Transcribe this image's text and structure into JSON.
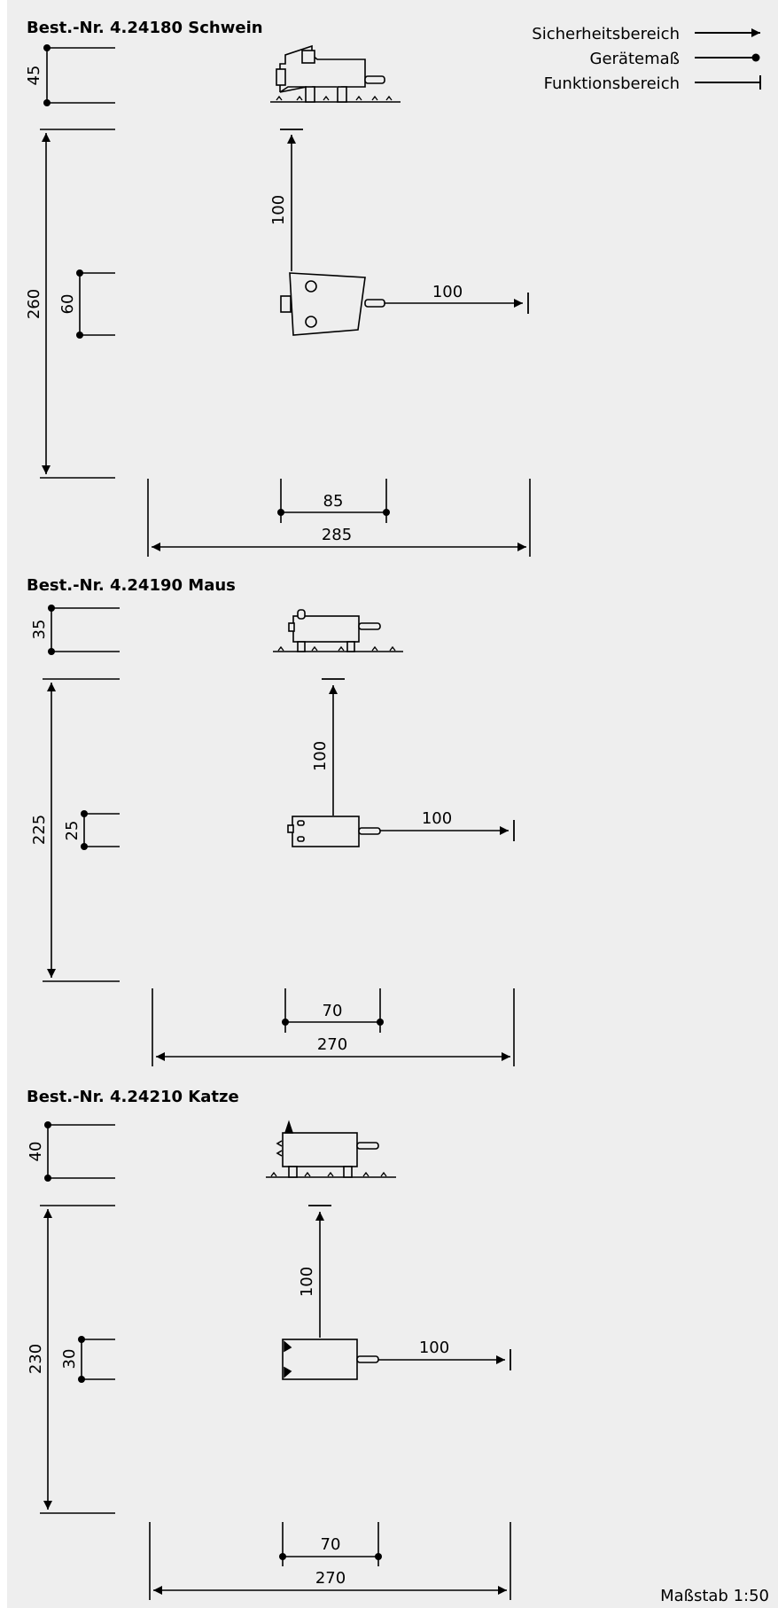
{
  "legend": {
    "safety_area": "Sicherheitsbereich",
    "device_dimension": "Gerätemaß",
    "function_area": "Funktionsbereich"
  },
  "scale_label": "Maßstab 1:50",
  "sections": [
    {
      "title": "Best.-Nr. 4.24180 Schwein",
      "height": "45",
      "total_depth": "260",
      "device_depth": "60",
      "front_safety": "100",
      "side_safety": "100",
      "device_width": "85",
      "total_width": "285"
    },
    {
      "title": "Best.-Nr. 4.24190 Maus",
      "height": "35",
      "total_depth": "225",
      "device_depth": "25",
      "front_safety": "100",
      "side_safety": "100",
      "device_width": "70",
      "total_width": "270"
    },
    {
      "title": "Best.-Nr. 4.24210 Katze",
      "height": "40",
      "total_depth": "230",
      "device_depth": "30",
      "front_safety": "100",
      "side_safety": "100",
      "device_width": "70",
      "total_width": "270"
    }
  ]
}
